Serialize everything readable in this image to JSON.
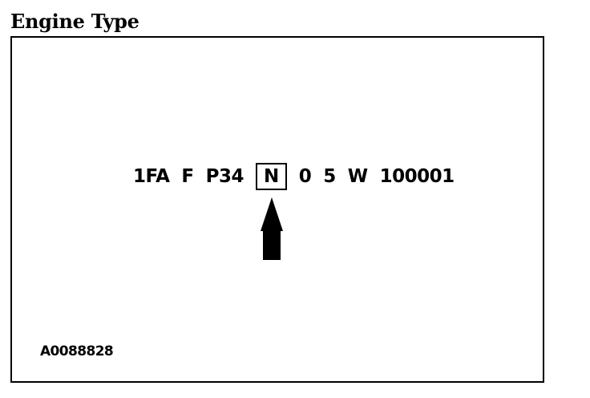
{
  "heading": "Engine Type",
  "vin": {
    "segments": [
      "1FA",
      "F",
      "P34",
      "N",
      "0",
      "5",
      "W",
      "100001"
    ],
    "highlighted_segment": "N"
  },
  "figure_ref": "A0088828",
  "arrow_icon": "up-arrow-icon"
}
